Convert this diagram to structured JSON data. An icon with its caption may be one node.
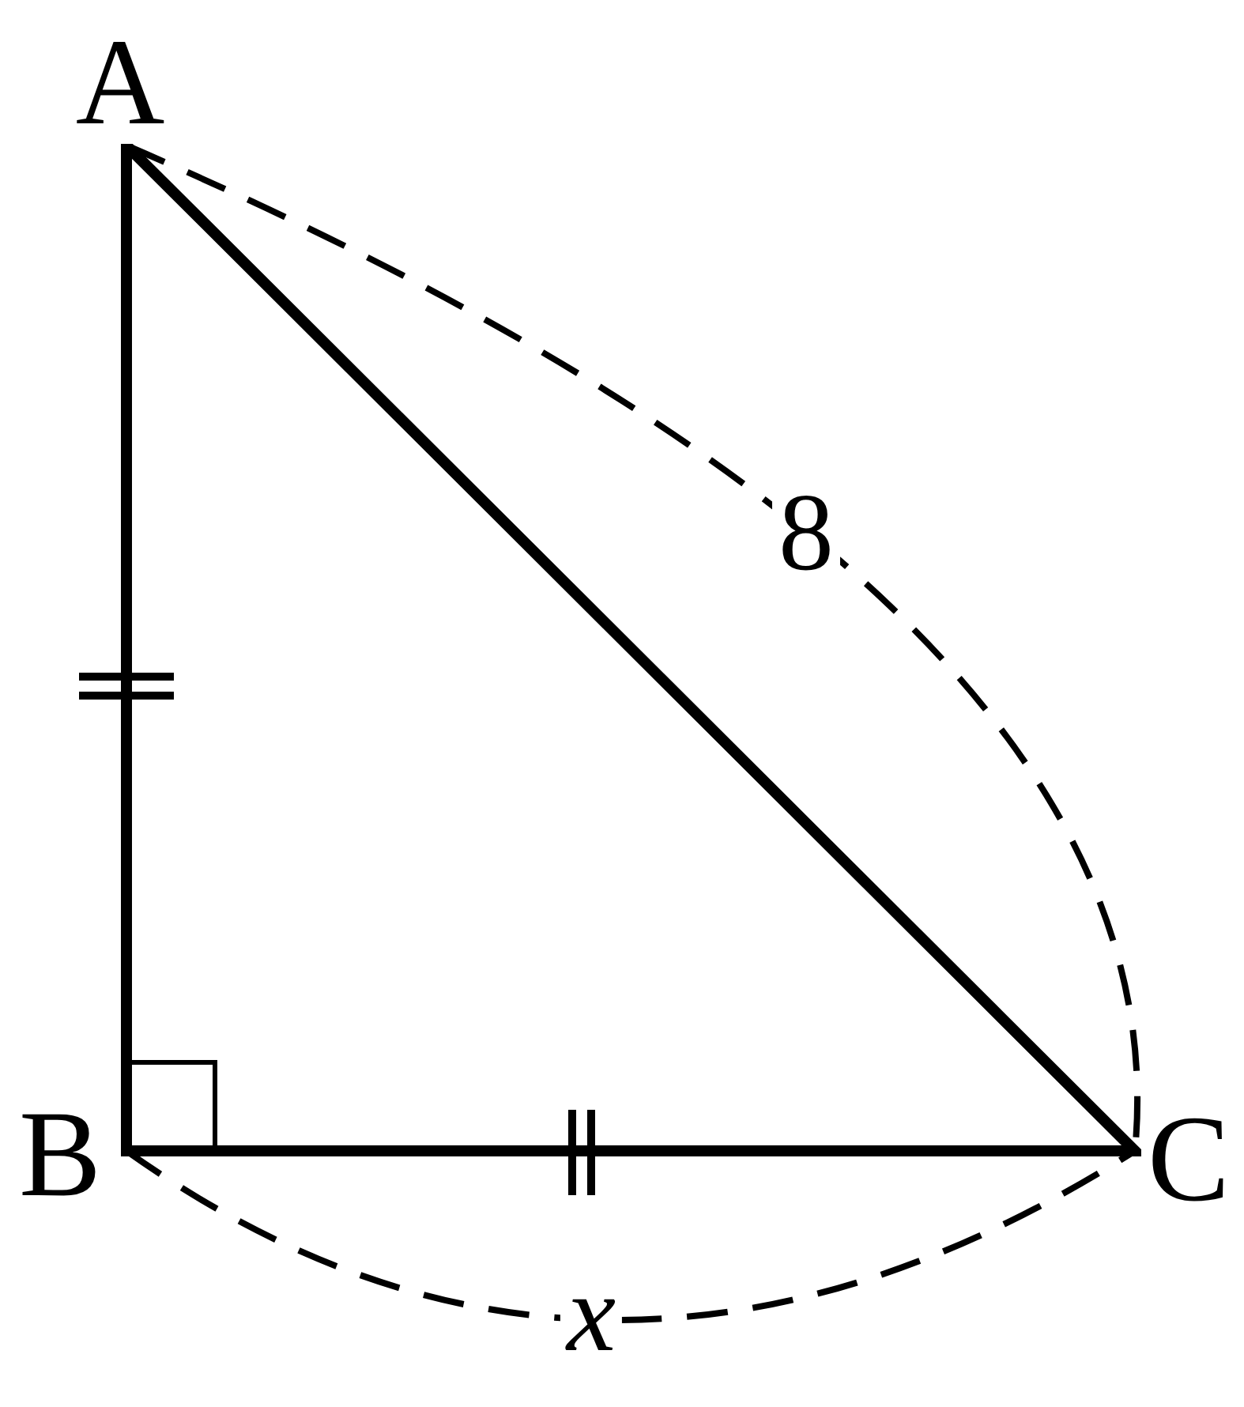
{
  "diagram": {
    "labels": [
      "A",
      "B",
      "C",
      "8",
      "x"
    ]
  }
}
